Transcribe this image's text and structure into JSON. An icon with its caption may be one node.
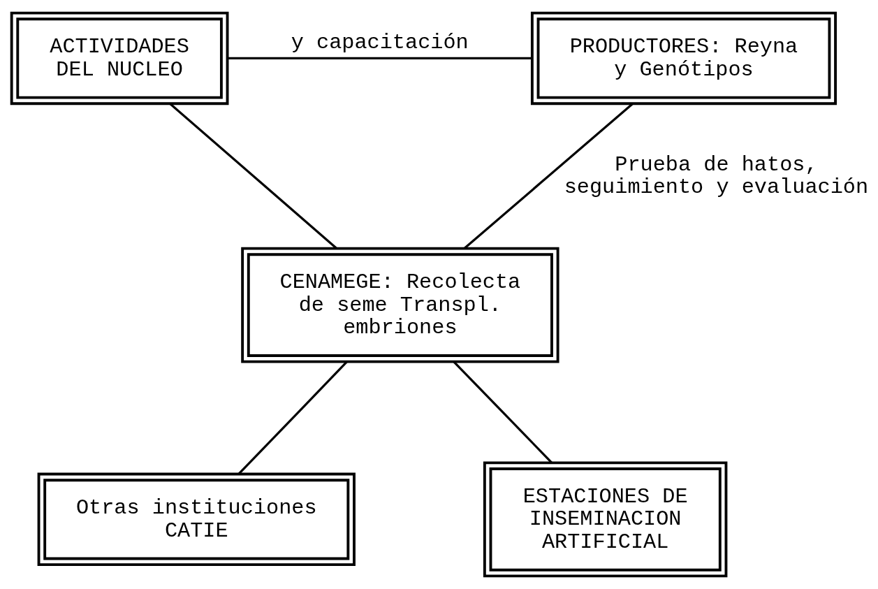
{
  "diagram": {
    "nodes": [
      {
        "text": [
          "ACTIVIDADES DEL NUCLEO"
        ]
      },
      {
        "text": [
          "PRODUCTORES: Reyna y Genótipos"
        ]
      },
      {
        "text": [
          "CENAMEGE: Recolecta de seme Transpl. embriones"
        ]
      },
      {
        "text": [
          "Otras instituciones CATIE"
        ]
      },
      {
        "text": [
          "ESTACIONES DE INSEMINACION ARTIFICIAL"
        ]
      }
    ],
    "edges": [
      {
        "from": 0,
        "to": 1,
        "arrow": "none",
        "label": "y capacitación"
      },
      {
        "from": 0,
        "to": 2,
        "arrow": "none"
      },
      {
        "from": 2,
        "to": 1,
        "arrow": "none",
        "label": "Prueba de hatos, seguimiento y evaluación"
      },
      {
        "from": 2,
        "to": 3,
        "arrow": "none"
      },
      {
        "from": 2,
        "to": 4,
        "arrow": "none"
      }
    ]
  }
}
